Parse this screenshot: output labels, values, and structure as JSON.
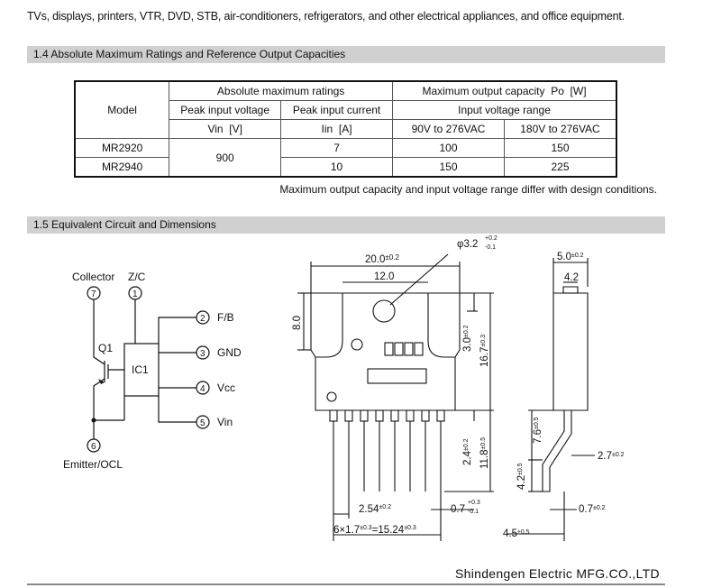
{
  "intro_text": "TVs, displays, printers, VTR, DVD, STB, air-conditioners, refrigerators, and other electrical appliances, and office equipment.",
  "section_1_4": {
    "title": "1.4 Absolute Maximum Ratings and Reference Output Capacities"
  },
  "table": {
    "model_header": "Model",
    "abs_max_header": "Absolute maximum ratings",
    "max_output_header": "Maximum output capacity",
    "po_symbol": "Po",
    "po_unit": "[W]",
    "peak_voltage_header": "Peak input voltage",
    "peak_voltage_symbol": "Vin",
    "peak_voltage_unit": "[V]",
    "peak_current_header": "Peak input current",
    "peak_current_symbol": "Iin",
    "peak_current_unit": "[A]",
    "input_range_header": "Input voltage range",
    "range_low": "90V to 276VAC",
    "range_high": "180V to 276VAC",
    "rows": [
      {
        "model": "MR2920",
        "vin": "900",
        "iin": "7",
        "po_low": "100",
        "po_high": "150"
      },
      {
        "model": "MR2940",
        "vin": "900",
        "iin": "10",
        "po_low": "150",
        "po_high": "225"
      }
    ]
  },
  "table_note": "Maximum output capacity and input voltage range differ with design conditions.",
  "section_1_5": {
    "title": "1.5 Equivalent Circuit and Dimensions"
  },
  "circuit": {
    "collector_label": "Collector",
    "zc_label": "Z/C",
    "q1_label": "Q1",
    "ic1_label": "IC1",
    "emitter_label": "Emitter/OCL",
    "pins": {
      "p1": "1",
      "p2": "2",
      "p3": "3",
      "p4": "4",
      "p5": "5",
      "p6": "6",
      "p7": "7"
    },
    "pin_fb": "F/B",
    "pin_gnd": "GND",
    "pin_vcc": "Vcc",
    "pin_vin": "Vin"
  },
  "dims_front": {
    "hole": "φ3.2",
    "hole_tol_plus": "+0.2",
    "hole_tol_minus": "-0.1",
    "width": "20.0",
    "width_tol": "±0.2",
    "inner_width": "12.0",
    "left_height": "8.0",
    "hole_height": "3.0",
    "hole_height_tol": "±0.2",
    "body_height": "16.7",
    "body_height_tol": "±0.3",
    "lead_stub": "2.4",
    "lead_stub_tol": "±0.2",
    "lead_len": "11.8",
    "lead_len_tol": "±0.5",
    "pitch": "2.54",
    "pitch_tol": "±0.2",
    "lead_w": "0.7",
    "lead_w_tol_plus": "+0.3",
    "lead_w_tol_minus": "-0.1",
    "span_text": "6×1.7",
    "span_tol1": "±0.3",
    "span_eq": "=15.24",
    "span_tol2": "±0.3"
  },
  "dims_side": {
    "depth": "5.0",
    "depth_tol": "±0.2",
    "inner": "4.2",
    "bend_height": "7.6",
    "bend_height_tol": "±0.5",
    "lead_thk": "2.7",
    "lead_thk_tol": "±0.2",
    "lower": "4.2",
    "lower_tol": "±0.5",
    "lead_w": "0.7",
    "lead_w_tol": "±0.2",
    "offset": "4.5",
    "offset_tol": "±0.5"
  },
  "footer": "Shindengen Electric MFG.CO.,LTD"
}
